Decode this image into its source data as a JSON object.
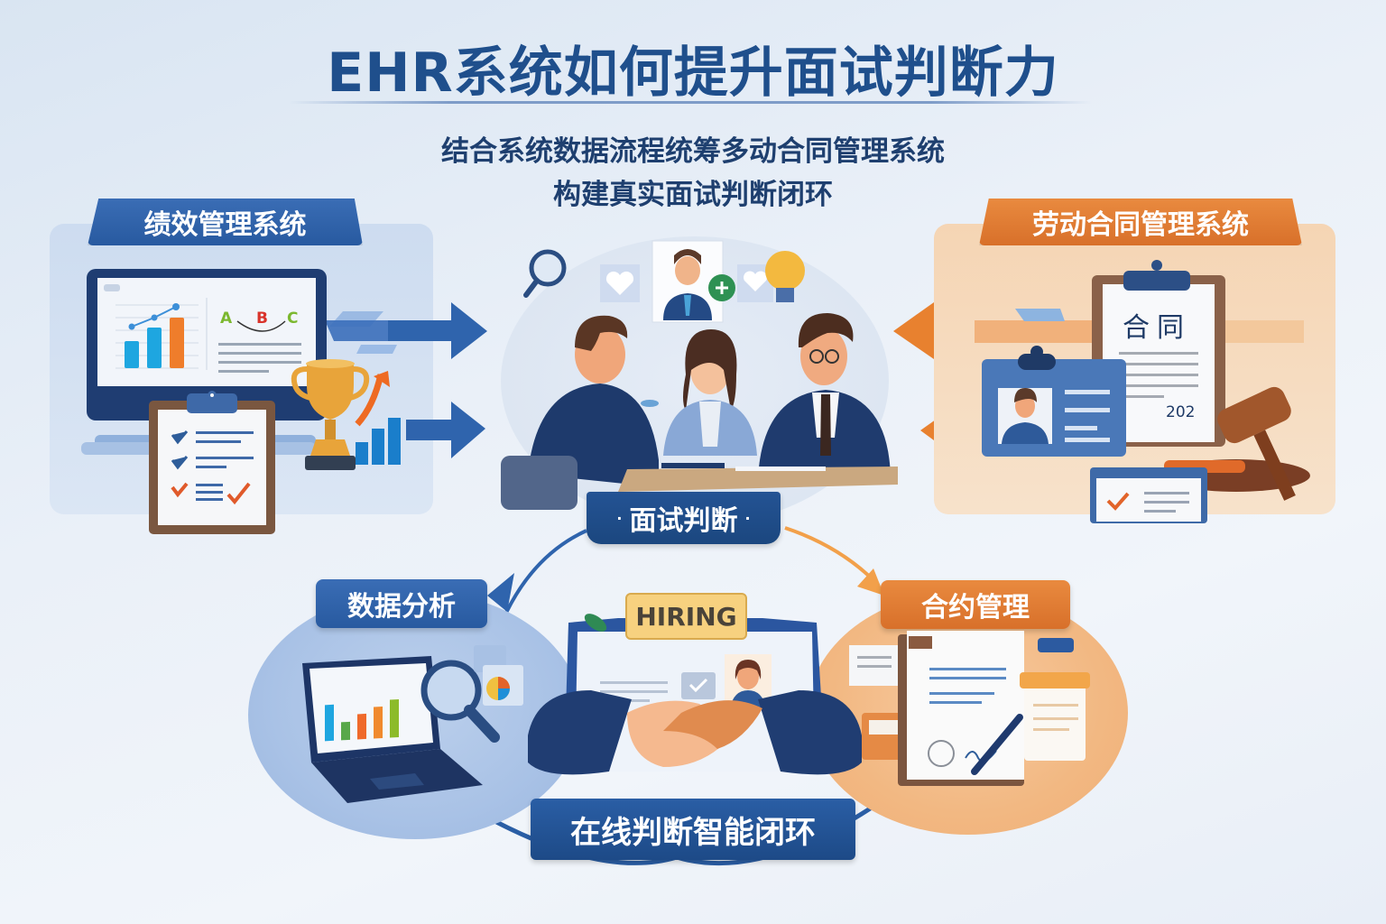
{
  "header": {
    "title": "EHR系统如何提升面试判断力",
    "subtitle_line1": "结合系统数据流程统筹多动合同管理系统",
    "subtitle_line2": "构建真实面试判断闭环"
  },
  "panels": {
    "left": {
      "label": "绩效管理系统",
      "chart_letters": [
        "A",
        "B",
        "C"
      ],
      "accent": "#2f64ad"
    },
    "right": {
      "label": "劳动合同管理系统",
      "document_heading": "合同",
      "document_year": "202",
      "accent": "#e07b33"
    }
  },
  "center": {
    "label": "面试判断",
    "scene": "interview-meeting"
  },
  "nodes": {
    "analysis": {
      "label": "数据分析"
    },
    "contract": {
      "label": "合约管理"
    },
    "hiring": {
      "badge": "HIRING"
    },
    "bottom": {
      "label": "在线判断智能闭环"
    }
  },
  "colors": {
    "primary_blue": "#1f4f8c",
    "tag_blue": "#2f64ad",
    "tag_orange": "#e07b33",
    "bg": "#eaf0f8"
  }
}
